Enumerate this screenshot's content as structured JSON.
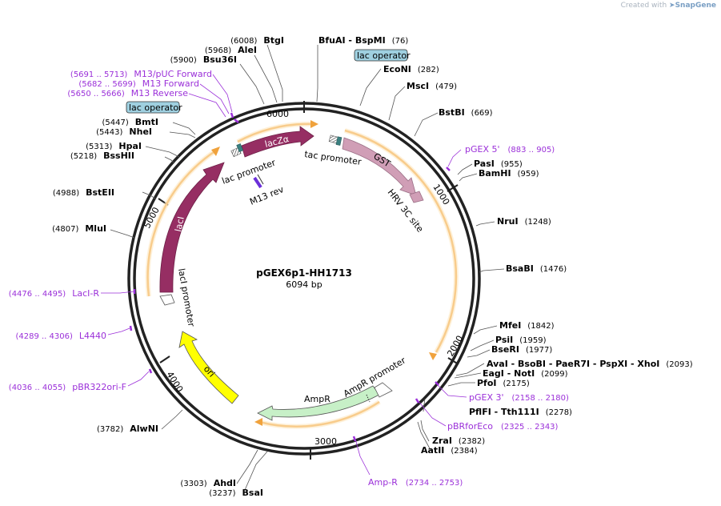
{
  "credit": {
    "prefix": "Created with",
    "brand": "SnapGene"
  },
  "plasmid": {
    "name": "pGEX6p1-HH1713",
    "size": "6094 bp"
  },
  "ruler": [
    "1000",
    "2000",
    "3000",
    "4000",
    "5000",
    "6000"
  ],
  "features": {
    "lacZa": "lacZα",
    "lacI": "lacI",
    "GST": "GST",
    "HRV": "HRV 3C site",
    "AmpR": "AmpR",
    "AmpR_promoter": "AmpR promoter",
    "ori": "ori",
    "lac_promoter": "lac promoter",
    "tac_promoter": "tac promoter",
    "lacI_promoter": "lacI promoter",
    "M13rev": "M13 rev",
    "lac_operator_top": "lac operator",
    "lac_operator_left": "lac operator"
  },
  "enzymes": [
    {
      "name": "BtgI",
      "pos": "(6008)"
    },
    {
      "name": "AleI",
      "pos": "(5968)"
    },
    {
      "name": "Bsu36I",
      "pos": "(5900)"
    },
    {
      "name": "BmtI",
      "pos": "(5447)"
    },
    {
      "name": "NheI",
      "pos": "(5443)"
    },
    {
      "name": "HpaI",
      "pos": "(5313)"
    },
    {
      "name": "BssHII",
      "pos": "(5218)"
    },
    {
      "name": "BstEII",
      "pos": "(4988)"
    },
    {
      "name": "MluI",
      "pos": "(4807)"
    },
    {
      "name": "BfuAI  - BspMI",
      "pos": "(76)"
    },
    {
      "name": "EcoNI",
      "pos": "(282)"
    },
    {
      "name": "MscI",
      "pos": "(479)"
    },
    {
      "name": "BstBI",
      "pos": "(669)"
    },
    {
      "name": "PasI",
      "pos": "(955)"
    },
    {
      "name": "BamHI",
      "pos": "(959)"
    },
    {
      "name": "NruI",
      "pos": "(1248)"
    },
    {
      "name": "BsaBI",
      "pos": "(1476)"
    },
    {
      "name": "MfeI",
      "pos": "(1842)"
    },
    {
      "name": "PsiI",
      "pos": "(1959)"
    },
    {
      "name": "BseRI",
      "pos": "(1977)"
    },
    {
      "name": "AvaI  - BsoBI  - PaeR7I  - PspXI  - XhoI",
      "pos": "(2093)"
    },
    {
      "name": "EagI  - NotI",
      "pos": "(2099)"
    },
    {
      "name": "PfoI",
      "pos": "(2175)"
    },
    {
      "name": "PflFI  - Tth111I",
      "pos": "(2278)"
    },
    {
      "name": "ZraI",
      "pos": "(2382)"
    },
    {
      "name": "AatII",
      "pos": "(2384)"
    },
    {
      "name": "AlwNI",
      "pos": "(3782)"
    },
    {
      "name": "AhdI",
      "pos": "(3303)"
    },
    {
      "name": "BsaI",
      "pos": "(3237)"
    }
  ],
  "primers": [
    {
      "name": "M13/pUC Forward",
      "pos": "(5691 .. 5713)"
    },
    {
      "name": "M13 Forward",
      "pos": "(5682 .. 5699)"
    },
    {
      "name": "M13 Reverse",
      "pos": "(5650 .. 5666)"
    },
    {
      "name": "pGEX 5'",
      "pos": "(883 .. 905)"
    },
    {
      "name": "LacI-R",
      "pos": "(4476 .. 4495)"
    },
    {
      "name": "L4440",
      "pos": "(4289 .. 4306)"
    },
    {
      "name": "pBR322ori-F",
      "pos": "(4036 .. 4055)"
    },
    {
      "name": "pGEX 3'",
      "pos": "(2158 .. 2180)"
    },
    {
      "name": "pBRforEco",
      "pos": "(2325 .. 2343)"
    },
    {
      "name": "Amp-R",
      "pos": "(2734 .. 2753)"
    }
  ]
}
